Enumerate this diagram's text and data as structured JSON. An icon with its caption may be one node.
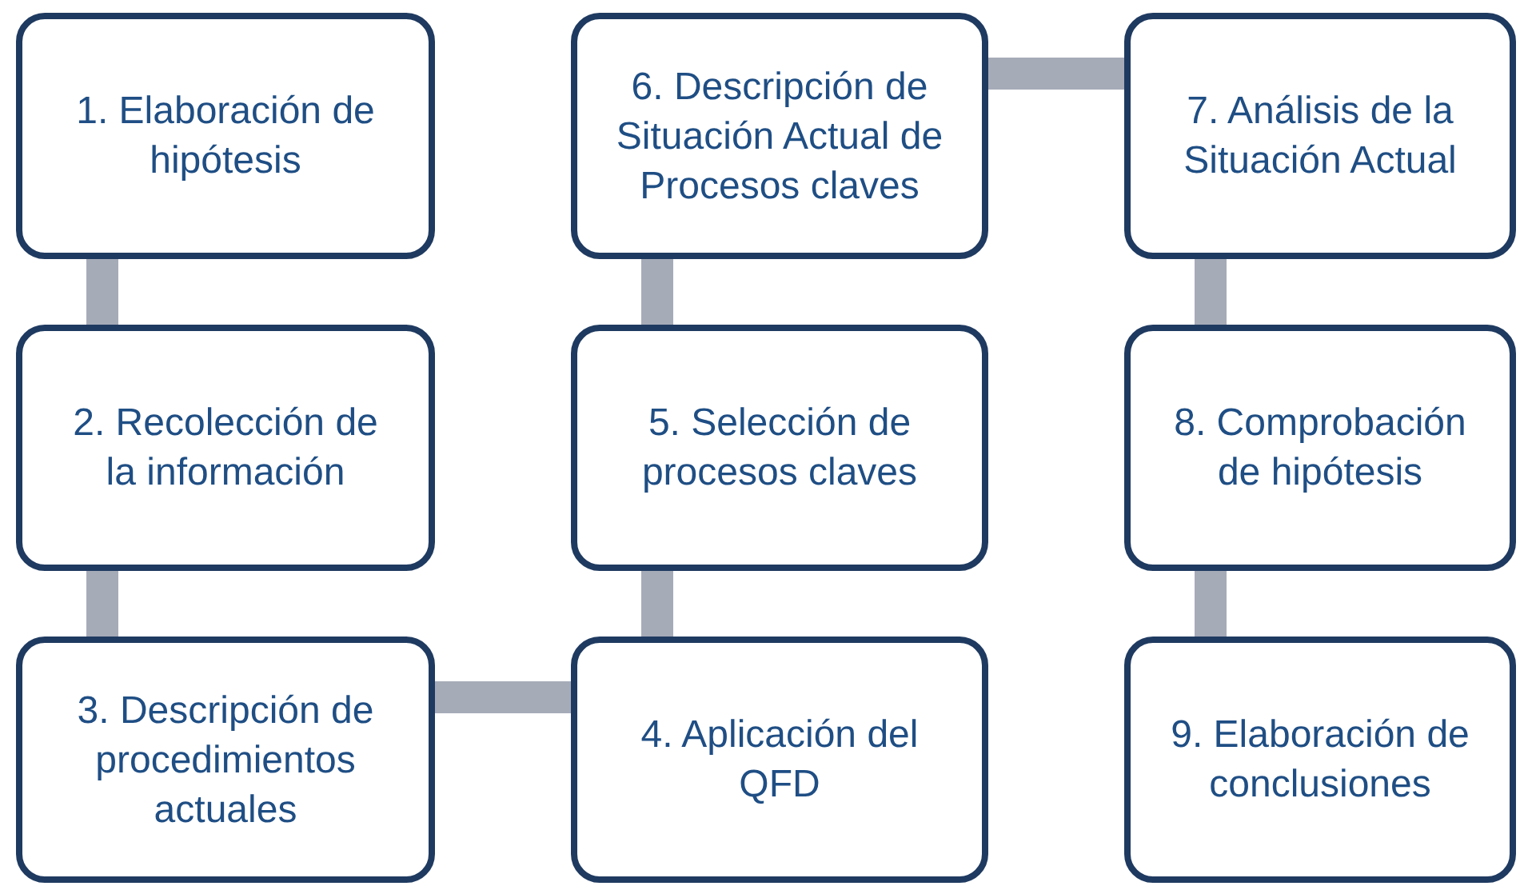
{
  "diagram": {
    "nodes": [
      {
        "text": [
          "1. Elaboración de hipótesis"
        ]
      },
      {
        "text": [
          "2. Recolección de la información"
        ]
      },
      {
        "text": [
          "3. Descripción de procedimientos actuales"
        ]
      },
      {
        "text": [
          "4. Aplicación del QFD"
        ]
      },
      {
        "text": [
          "5. Selección de procesos claves"
        ]
      },
      {
        "text": [
          "6. Descripción de Situación Actual de Procesos claves"
        ]
      },
      {
        "text": [
          "7. Análisis de la Situación Actual"
        ]
      },
      {
        "text": [
          "8. Comprobación de hipótesis"
        ]
      },
      {
        "text": [
          "9. Elaboración de conclusiones"
        ]
      }
    ],
    "edges": [
      {
        "from": 0,
        "to": 1,
        "arrow": "none"
      },
      {
        "from": 1,
        "to": 2,
        "arrow": "none"
      },
      {
        "from": 2,
        "to": 3,
        "arrow": "none"
      },
      {
        "from": 3,
        "to": 4,
        "arrow": "none"
      },
      {
        "from": 4,
        "to": 5,
        "arrow": "none"
      },
      {
        "from": 5,
        "to": 6,
        "arrow": "none"
      },
      {
        "from": 6,
        "to": 7,
        "arrow": "none"
      },
      {
        "from": 7,
        "to": 8,
        "arrow": "none"
      }
    ]
  }
}
